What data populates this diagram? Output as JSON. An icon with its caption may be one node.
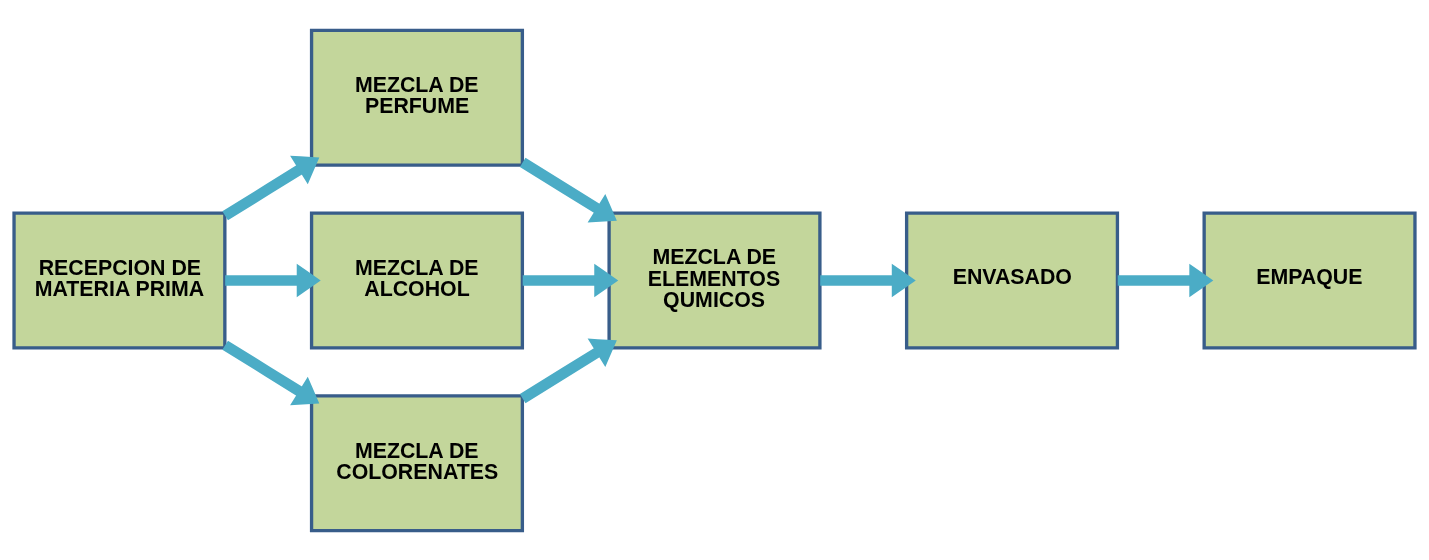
{
  "diagram": {
    "nodes": [
      {
        "text": [
          "RECEPCION DE MATERIA PRIMA"
        ]
      },
      {
        "text": [
          "MEZCLA DE PERFUME"
        ]
      },
      {
        "text": [
          "MEZCLA DE ALCOHOL"
        ]
      },
      {
        "text": [
          "MEZCLA DE COLORENATES"
        ]
      },
      {
        "text": [
          "MEZCLA DE ELEMENTOS QUMICOS"
        ]
      },
      {
        "text": [
          "ENVASADO"
        ]
      },
      {
        "text": [
          "EMPAQUE"
        ]
      }
    ],
    "edges": [
      {
        "from": 0,
        "to": 1,
        "arrow": "to"
      },
      {
        "from": 0,
        "to": 2,
        "arrow": "to"
      },
      {
        "from": 0,
        "to": 3,
        "arrow": "to"
      },
      {
        "from": 1,
        "to": 4,
        "arrow": "to"
      },
      {
        "from": 2,
        "to": 4,
        "arrow": "to"
      },
      {
        "from": 3,
        "to": 4,
        "arrow": "to"
      },
      {
        "from": 4,
        "to": 5,
        "arrow": "to"
      },
      {
        "from": 5,
        "to": 6,
        "arrow": "to"
      }
    ]
  }
}
